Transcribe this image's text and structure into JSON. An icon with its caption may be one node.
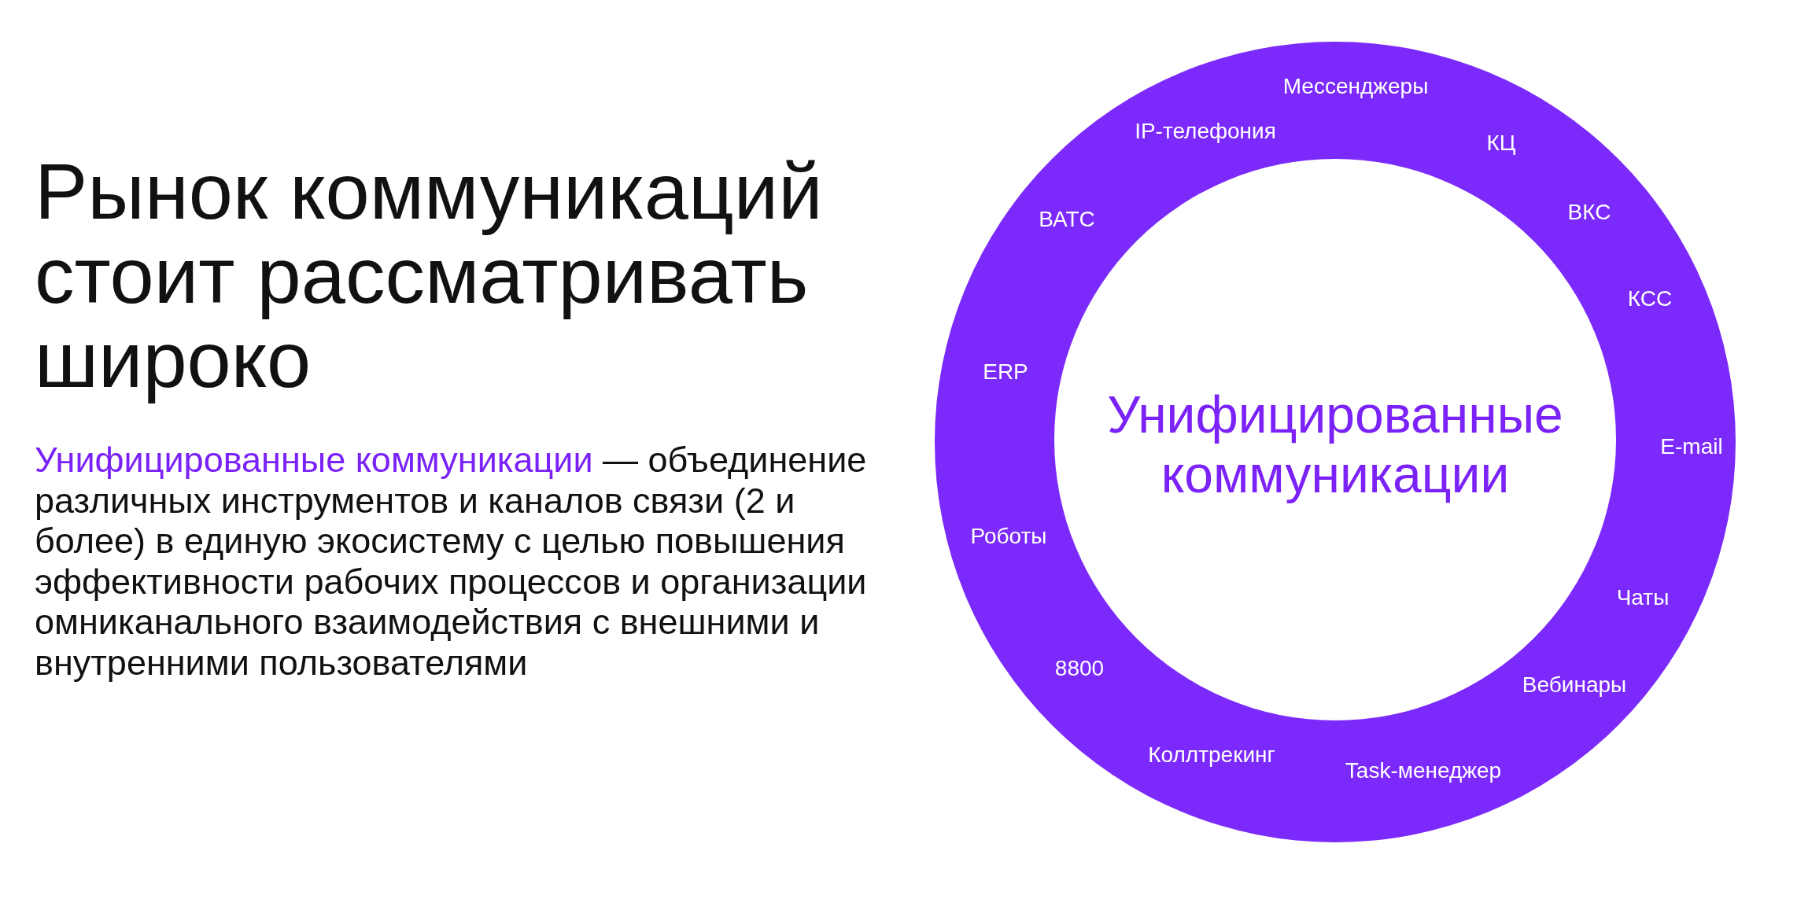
{
  "diagram": {
    "title": "Рынок коммуникаций стоит рассматривать широко",
    "nodes": [
      {
        "text": [
          "Мессенджеры",
          "IP-телефония",
          "КЦ",
          "ВКС",
          "ВАТС",
          "КСС",
          "ERP",
          "E-mail",
          "Роботы",
          "Чаты",
          "8800",
          "Вебинары",
          "Коллтрекинг",
          "Task-менеджер"
        ]
      },
      {
        "text": [
          "Унифицированные коммуникации"
        ],
        "in": 0
      }
    ],
    "labels": [
      "**Унифицированные коммуникации** — объединение различных инструментов и каналов связи (2 и более) в единую экосистему с целью повышения эффективности рабочих процессов и организации омниканального взаимодействия с внешними и внутренними пользователями"
    ]
  }
}
